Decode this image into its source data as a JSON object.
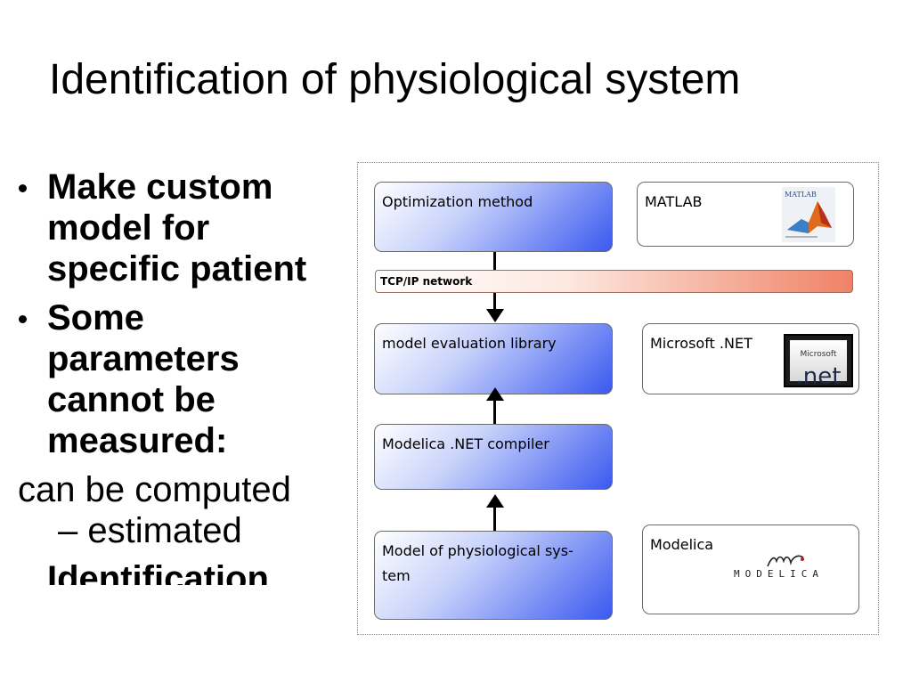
{
  "slide": {
    "title": "Identification of physiological system"
  },
  "bullets": {
    "items": [
      {
        "text": "Make custom model for specific patient"
      },
      {
        "text": "Some parameters cannot be measured:"
      }
    ],
    "plain_line1": "can be computed",
    "plain_line2": "– estimated",
    "cut_off_text": "Identification"
  },
  "diagram": {
    "optimization_label": "Optimization method",
    "matlab_label": "MATLAB",
    "network_label": "TCP/IP network",
    "model_eval_label": "model evaluation library",
    "dotnet_label": "Microsoft .NET",
    "compiler_label": "Modelica .NET compiler",
    "model_label_line1": "Model of physiological sys-",
    "model_label_line2": "tem",
    "modelica_label": "Modelica",
    "logos": {
      "matlab_logo_text": "MATLAB",
      "dotnet_logo_small": "Microsoft",
      "dotnet_logo_big": ".net",
      "modelica_logo_text": "MODELICA"
    },
    "colors": {
      "box_blue": "#3a59f0",
      "network_orange": "#f08266"
    }
  }
}
